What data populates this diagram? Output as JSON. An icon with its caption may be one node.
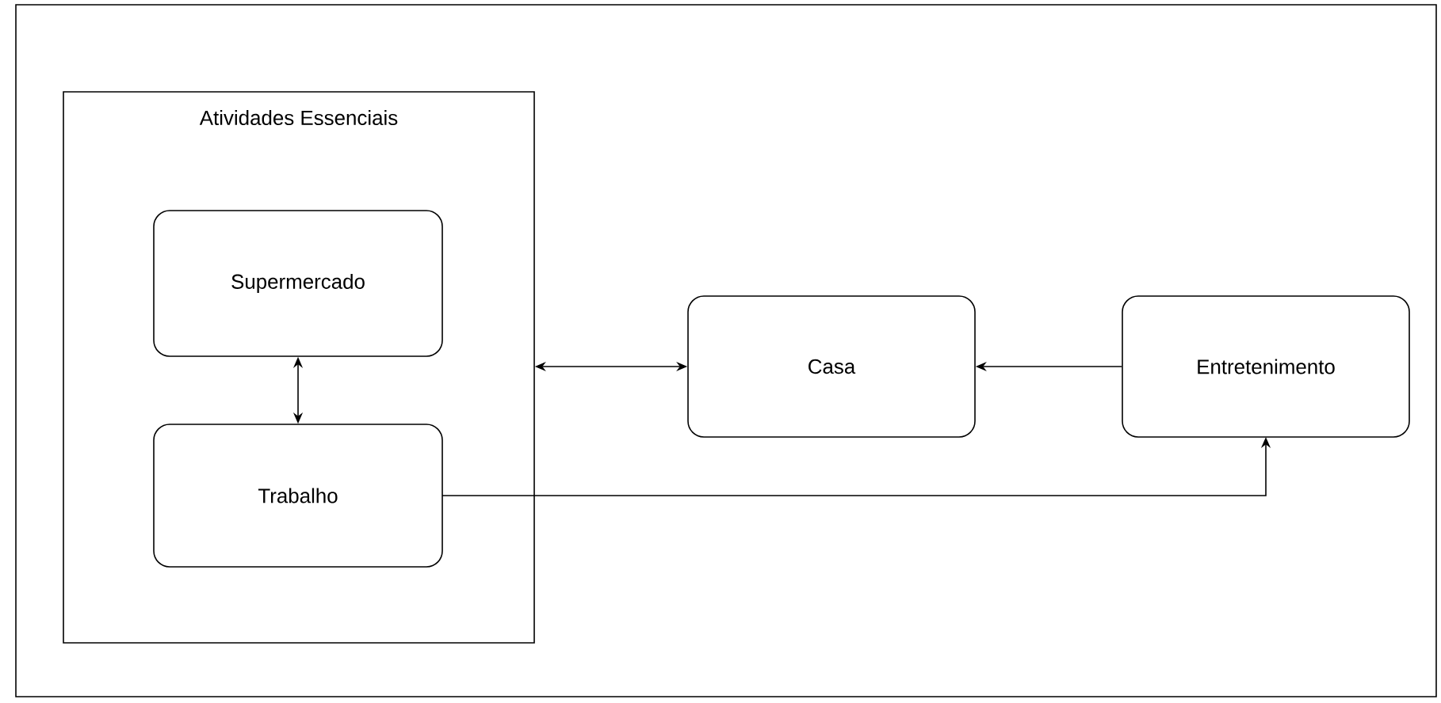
{
  "diagram": {
    "nodes": [
      {
        "text": [
          "Atividades Essenciais"
        ]
      },
      {
        "text": [
          "Supermercado"
        ],
        "in": 0
      },
      {
        "text": [
          "Trabalho"
        ],
        "in": 0
      },
      {
        "text": [
          "Casa"
        ]
      },
      {
        "text": [
          "Entretenimento"
        ]
      }
    ],
    "edges": [
      {
        "from": 1,
        "to": 2,
        "arrow": "both"
      },
      {
        "from": 0,
        "to": 3,
        "arrow": "both"
      },
      {
        "from": 4,
        "to": 3,
        "arrow": "to"
      },
      {
        "from": 2,
        "to": 4,
        "arrow": "to"
      }
    ]
  }
}
